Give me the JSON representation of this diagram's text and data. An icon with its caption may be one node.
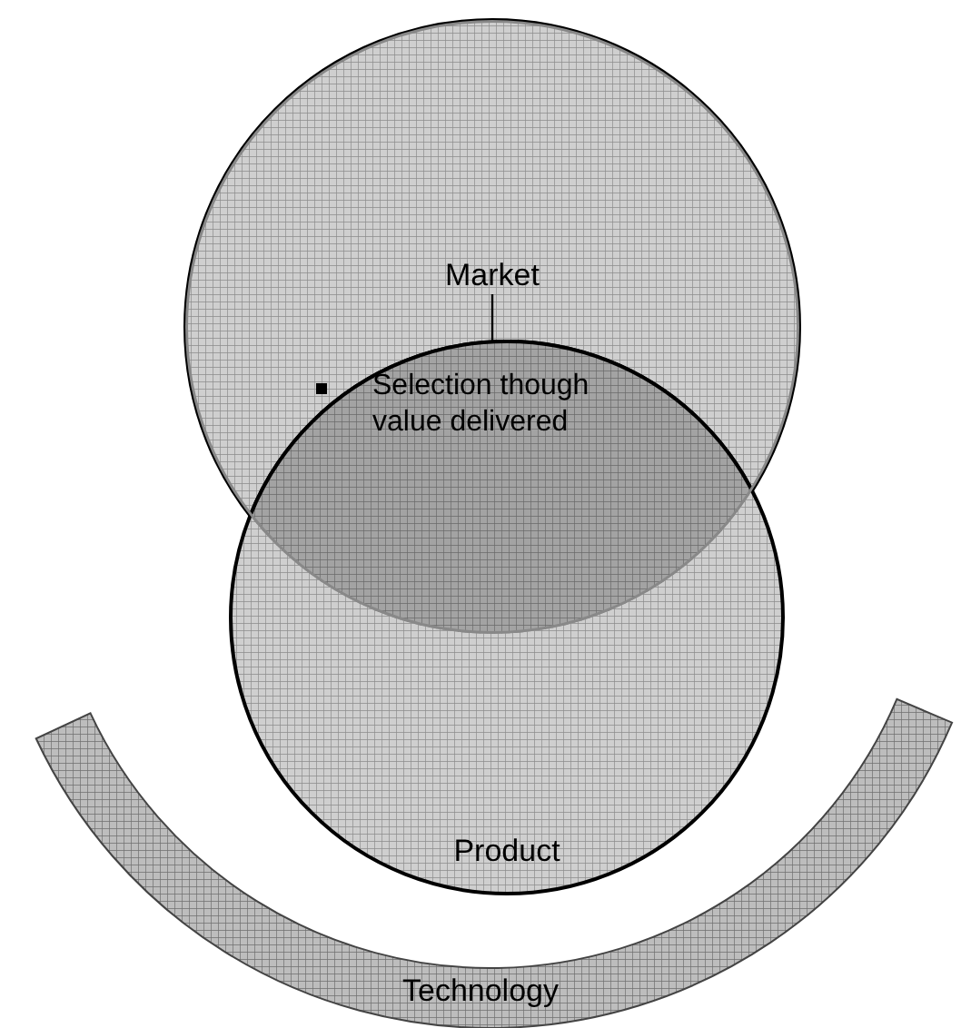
{
  "diagram": {
    "nodes": [
      {
        "text": [
          "Market"
        ]
      },
      {
        "text": [
          "Product"
        ]
      },
      {
        "text": [
          "Technology"
        ]
      }
    ],
    "edges": [
      {
        "from": 0,
        "to": 1,
        "arrow": "none"
      }
    ],
    "labels": [
      "Selection though value delivered"
    ]
  }
}
